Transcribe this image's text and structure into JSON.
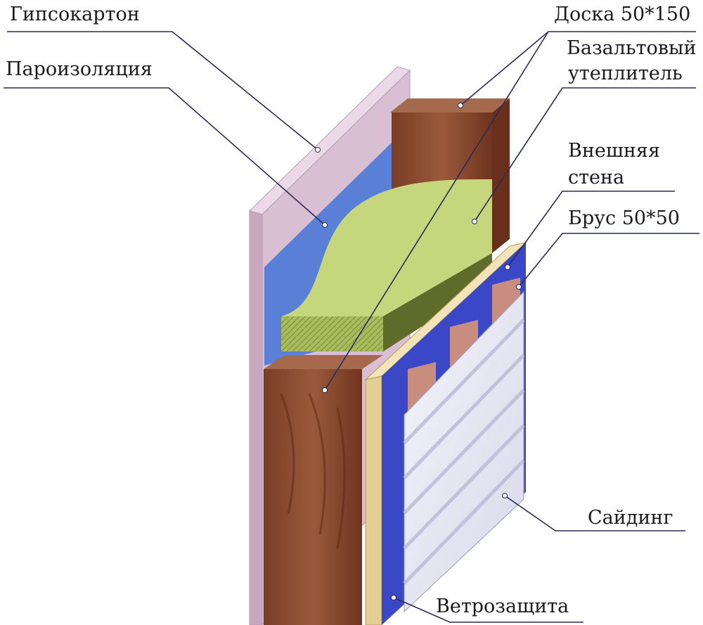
{
  "labels": {
    "gypsum": "Гипсокартон",
    "vapor": "Пароизоляция",
    "board": "Доска 50*150",
    "basalt_1": "Базальтовый",
    "basalt_2": "утеплитель",
    "outer_wall_1": "Внешняя",
    "outer_wall_2": "стена",
    "batten": "Брус 50*50",
    "siding": "Сайдинг",
    "wind": "Ветрозащита"
  },
  "colors": {
    "gypsum": "#d9bfd3",
    "vapor": "#5a7fd6",
    "wood": "#8b4a30",
    "insulation": "#b4c86a",
    "osb": "#ead9a8",
    "wind_barrier": "#3a48c8",
    "siding": "#e8e8f4",
    "leader_line": "#2b2b5a"
  }
}
